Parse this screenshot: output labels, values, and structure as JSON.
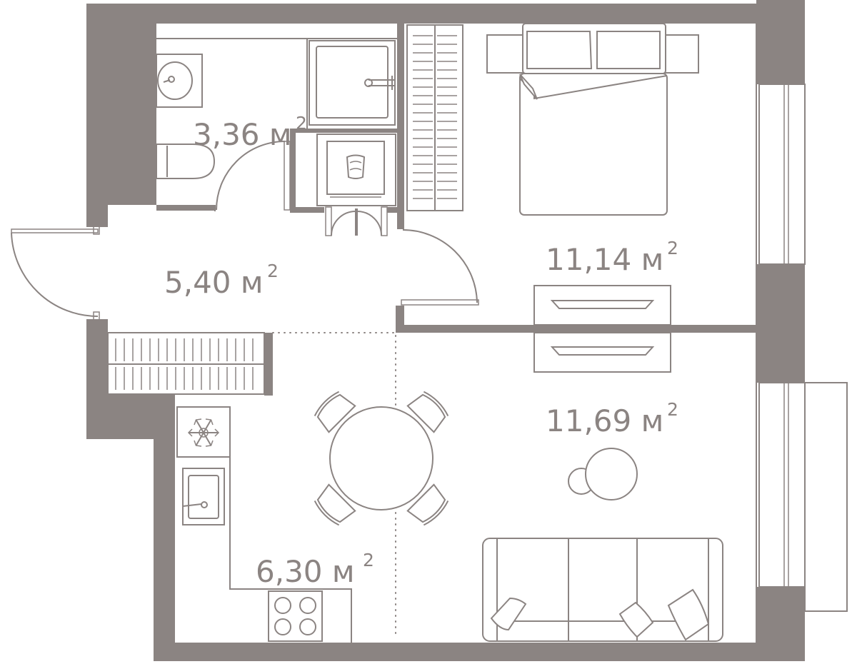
{
  "rooms": [
    {
      "id": "bathroom",
      "area": "3,36",
      "unit": "м",
      "power": "2"
    },
    {
      "id": "hallway",
      "area": "5,40",
      "unit": "м",
      "power": "2"
    },
    {
      "id": "bedroom",
      "area": "11,14",
      "unit": "м",
      "power": "2"
    },
    {
      "id": "living-room",
      "area": "11,69",
      "unit": "м",
      "power": "2"
    },
    {
      "id": "kitchen",
      "area": "6,30",
      "unit": "м",
      "power": "2"
    }
  ],
  "colors": {
    "wall": "#8b8482",
    "background": "#ffffff"
  }
}
